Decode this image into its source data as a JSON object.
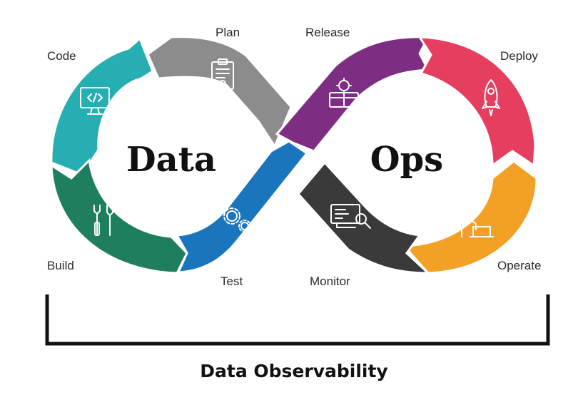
{
  "infinity": {
    "left_word": "Data",
    "right_word": "Ops"
  },
  "stages": {
    "code": {
      "label": "Code",
      "color": "#26AEB3",
      "icon": "monitor-code-icon"
    },
    "plan": {
      "label": "Plan",
      "color": "#8C8C8C",
      "icon": "clipboard-icon"
    },
    "release": {
      "label": "Release",
      "color": "#7E2E82",
      "icon": "package-gear-icon"
    },
    "deploy": {
      "label": "Deploy",
      "color": "#E63E5F",
      "icon": "rocket-icon"
    },
    "operate": {
      "label": "Operate",
      "color": "#F2A126",
      "icon": "person-laptop-icon"
    },
    "monitor": {
      "label": "Monitor",
      "color": "#3A3A3A",
      "icon": "magnifier-screen-icon"
    },
    "test": {
      "label": "Test",
      "color": "#1B75BC",
      "icon": "gears-icon"
    },
    "build": {
      "label": "Build",
      "color": "#1E7E5E",
      "icon": "tools-icon"
    }
  },
  "footer": {
    "label": "Data Observability"
  }
}
